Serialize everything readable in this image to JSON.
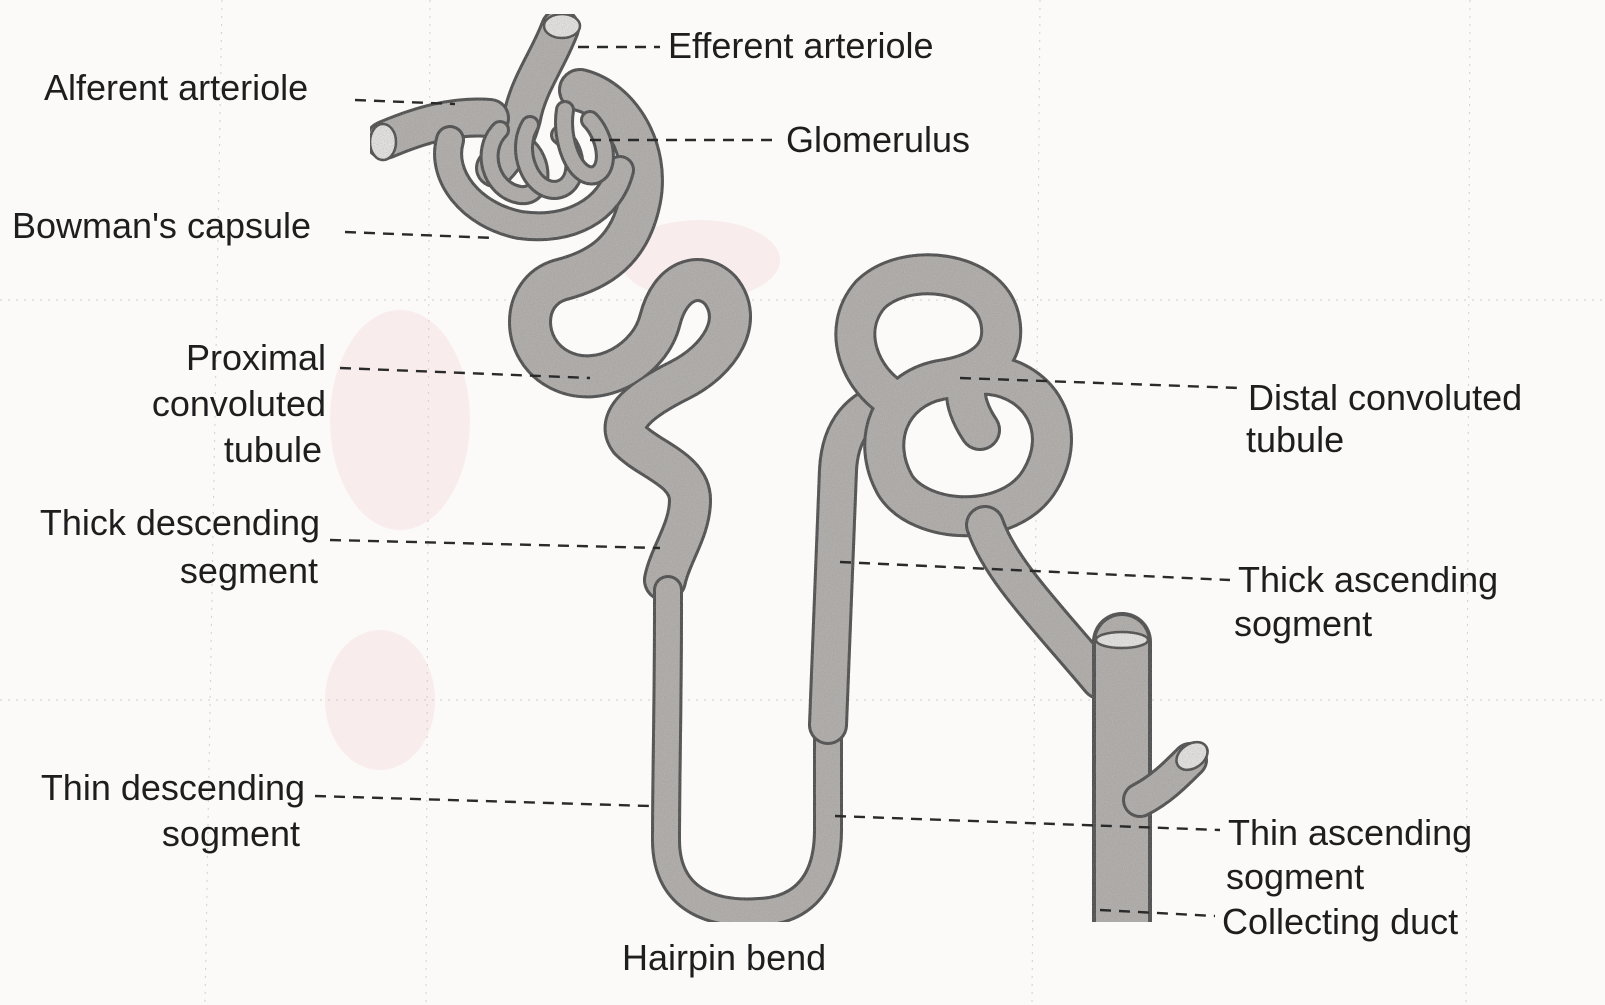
{
  "diagram": {
    "labels": {
      "efferent_arteriole": "Efferent arteriole",
      "afferent_arteriole": "Alferent arteriole",
      "glomerulus": "Glomerulus",
      "bowmans_capsule": "Bowman's capsule",
      "pct_line1": "Proximal",
      "pct_line2": "convoluted",
      "pct_line3": "tubule",
      "dct_line1": "Distal convoluted",
      "dct_line2": "tubule",
      "thick_desc_line1": "Thick descending",
      "thick_desc_line2": "segment",
      "thick_asc_line1": "Thick ascending",
      "thick_asc_line2": "sogment",
      "thin_desc_line1": "Thin descending",
      "thin_desc_line2": "sogment",
      "thin_asc_line1": "Thin ascending",
      "thin_asc_line2": "sogment",
      "collecting_duct": "Collecting duct",
      "hairpin_bend": "Hairpin bend"
    },
    "colors": {
      "tube_fill": "#b9b6b3",
      "tube_outline": "#3a3a3a",
      "text": "#1e1e1e",
      "paper": "#fbfaf8"
    }
  }
}
